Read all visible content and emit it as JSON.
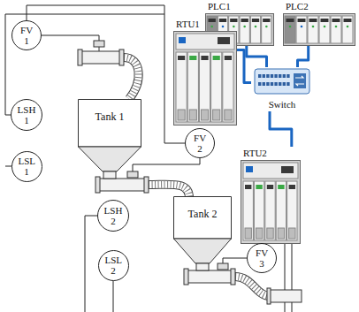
{
  "diagram": {
    "nodes": [
      {
        "text": [
          "FV 1"
        ]
      },
      {
        "text": [
          "PLC1"
        ]
      },
      {
        "text": [
          "PLC2"
        ]
      },
      {
        "text": [
          "RTU1"
        ]
      },
      {
        "text": [
          "LSH 1"
        ]
      },
      {
        "text": [
          "Tank 1"
        ]
      },
      {
        "text": [
          "LSL 1"
        ]
      },
      {
        "text": [
          "FV 2"
        ]
      },
      {
        "text": [
          "Switch"
        ]
      },
      {
        "text": [
          "RTU2"
        ]
      },
      {
        "text": [
          "LSH 2"
        ]
      },
      {
        "text": [
          "Tank 2"
        ]
      },
      {
        "text": [
          "LSL 2"
        ]
      },
      {
        "text": [
          "FV 3"
        ]
      }
    ],
    "edges": [
      {
        "from": 1,
        "to": 8,
        "arrow": "none"
      },
      {
        "from": 2,
        "to": 8,
        "arrow": "none"
      },
      {
        "from": 3,
        "to": 8,
        "arrow": "none"
      },
      {
        "from": 9,
        "to": 8,
        "arrow": "none"
      }
    ]
  }
}
